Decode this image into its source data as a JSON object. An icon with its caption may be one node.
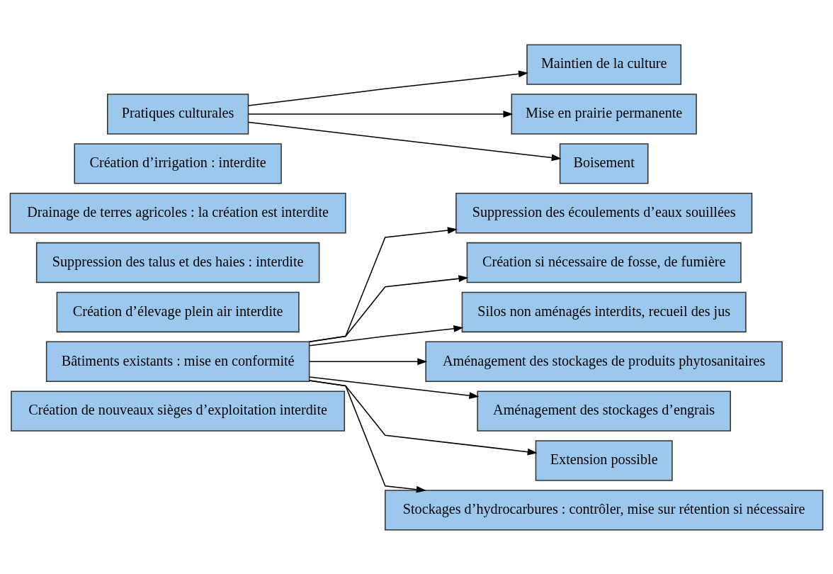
{
  "diagram": {
    "nodes": [
      {
        "text": [
          "Création de nouveaux sièges d’exploitation interdite"
        ]
      },
      {
        "text": [
          "Bâtiments existants : mise en conformité"
        ]
      },
      {
        "text": [
          "Suppression des écoulements d’eaux souillées"
        ]
      },
      {
        "text": [
          "Création si nécessaire de fosse, de fumière"
        ]
      },
      {
        "text": [
          "Silos non aménagés interdits, recueil des jus"
        ]
      },
      {
        "text": [
          "Aménagement des stockages de produits phytosanitaires"
        ]
      },
      {
        "text": [
          "Aménagement des stockages d’engrais"
        ]
      },
      {
        "text": [
          "Extension possible"
        ]
      },
      {
        "text": [
          "Stockages d’hydrocarbures : contrôler, mise sur rétention si nécessaire"
        ]
      },
      {
        "text": [
          "Création d’élevage plein air interdite"
        ]
      },
      {
        "text": [
          "Suppression des talus et des haies : interdite"
        ]
      },
      {
        "text": [
          "Drainage de terres agricoles : la création est interdite"
        ]
      },
      {
        "text": [
          "Création d’irrigation : interdite"
        ]
      },
      {
        "text": [
          "Pratiques culturales"
        ]
      },
      {
        "text": [
          "Maintien de la culture"
        ]
      },
      {
        "text": [
          "Mise en prairie permanente"
        ]
      },
      {
        "text": [
          "Boisement"
        ]
      }
    ],
    "edges": [
      {
        "from": 1,
        "to": 2,
        "arrow": "to"
      },
      {
        "from": 1,
        "to": 3,
        "arrow": "to"
      },
      {
        "from": 1,
        "to": 4,
        "arrow": "to"
      },
      {
        "from": 1,
        "to": 5,
        "arrow": "to"
      },
      {
        "from": 1,
        "to": 6,
        "arrow": "to"
      },
      {
        "from": 1,
        "to": 8,
        "arrow": "to"
      },
      {
        "from": 1,
        "to": 7,
        "arrow": "to"
      },
      {
        "from": 13,
        "to": 14,
        "arrow": "to"
      },
      {
        "from": 13,
        "to": 15,
        "arrow": "to"
      },
      {
        "from": 13,
        "to": 16,
        "arrow": "to"
      }
    ]
  }
}
